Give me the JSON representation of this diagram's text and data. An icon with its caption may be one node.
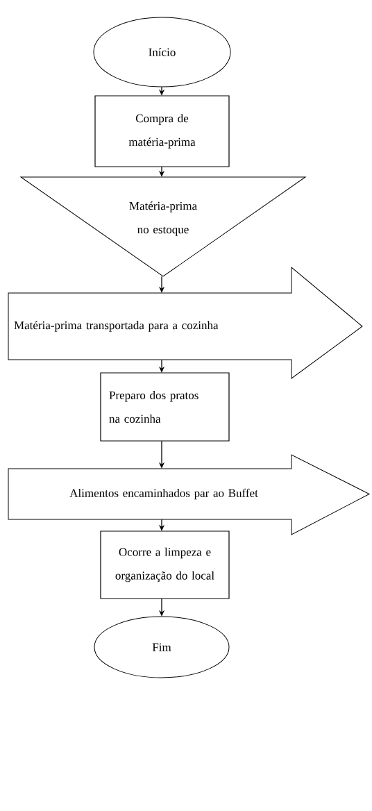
{
  "diagram": {
    "nodes": [
      {
        "text": [
          "Início"
        ]
      },
      {
        "text": [
          "Compra de matéria-prima"
        ]
      },
      {
        "text": [
          "Matéria-prima no estoque"
        ]
      },
      {
        "text": [
          "Matéria-prima transportada para a cozinha"
        ]
      },
      {
        "text": [
          "Preparo dos pratos na cozinha"
        ]
      },
      {
        "text": [
          "Alimentos encaminhados par ao Buffet"
        ]
      },
      {
        "text": [
          "Ocorre a limpeza e organização do local"
        ]
      },
      {
        "text": [
          "Fim"
        ]
      }
    ],
    "edges": [
      {
        "from": 0,
        "to": 1,
        "arrow": "to"
      },
      {
        "from": 1,
        "to": 2,
        "arrow": "to"
      },
      {
        "from": 2,
        "to": 3,
        "arrow": "to"
      },
      {
        "from": 3,
        "to": 4,
        "arrow": "to"
      },
      {
        "from": 4,
        "to": 5,
        "arrow": "to"
      },
      {
        "from": 5,
        "to": 6,
        "arrow": "to"
      },
      {
        "from": 6,
        "to": 7,
        "arrow": "to"
      }
    ]
  }
}
